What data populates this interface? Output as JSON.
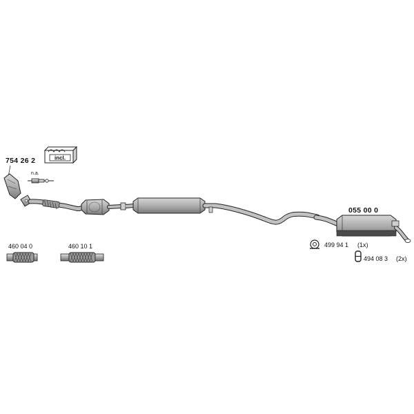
{
  "parts": {
    "front_pipe": {
      "number": "754 26 2",
      "includes_label": "incl.",
      "sensor_note": "n.a."
    },
    "rear_muffler": {
      "number": "055 00 0"
    },
    "flex_pipe_short": {
      "number": "460 04 0"
    },
    "flex_pipe_long": {
      "number": "460 10 1"
    }
  },
  "mounting": [
    {
      "number": "499 94 1",
      "qty": "(1x)",
      "icon": "rubber-hanger-icon"
    },
    {
      "number": "494 08 3",
      "qty": "(2x)",
      "icon": "mounting-ring-icon"
    }
  ],
  "colors": {
    "part_fill": "#b4b4b4",
    "part_stroke": "#222222",
    "label": "#111111"
  }
}
